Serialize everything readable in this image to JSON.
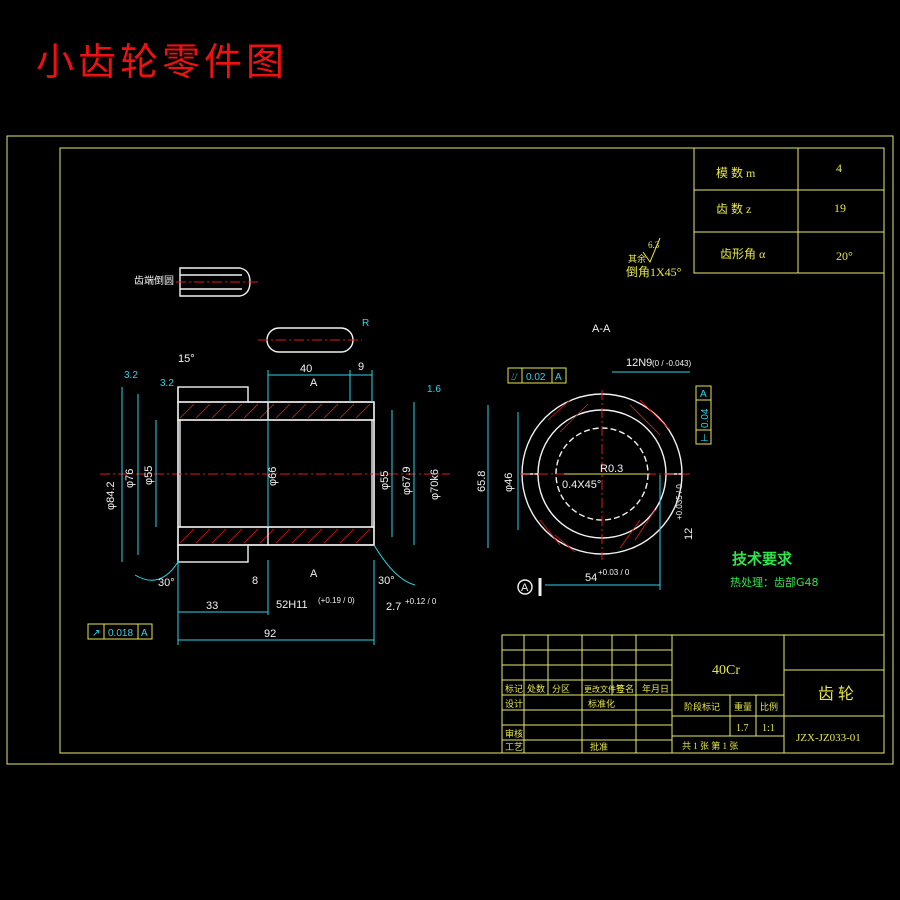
{
  "page_title": "小齿轮零件图",
  "gear_params": [
    {
      "label": "模    数  m",
      "value": "4"
    },
    {
      "label": "齿    数  z",
      "value": "19"
    },
    {
      "label": "齿形角   α",
      "value": "20°"
    }
  ],
  "notes": {
    "chamfer": "倒角1X45°",
    "rough_remaining": "其余",
    "rough_value": "6.3",
    "tooth_end": "齿端倒圆",
    "section": "A-A",
    "tech_title": "技术要求",
    "tech_line": "热处理：齿部G48",
    "slot_r": "R",
    "section_mark": "A"
  },
  "dims": {
    "d40": "40",
    "d9": "9",
    "d15": "15°",
    "d33": "33",
    "d8": "8",
    "d92": "92",
    "d52": "52H11",
    "d52_tol": "(+0.19 / 0)",
    "d27": "2.7",
    "d27_tol": "+0.12 / 0",
    "d30a": "30°",
    "d30b": "30°",
    "phi84": "φ84.2",
    "phi76": "φ76",
    "phi55": "φ55",
    "phi66": "φ66",
    "phi67": "φ67.9",
    "phi70": "φ70k6",
    "phi46": "φ46",
    "d65": "65.8",
    "key": "12N9",
    "key_tol": "(0 / -0.043)",
    "r03": "R0.3",
    "ch04": "0.4X45°",
    "d54": "54",
    "d54_tol": "+0.03 / 0",
    "d12": "12",
    "d12_tol": "+0.035 / 0",
    "r32": "3.2",
    "r16": "1.6"
  },
  "tolerance_frames": [
    {
      "symbol": "⌰",
      "value": "0.02",
      "datum": "A"
    },
    {
      "symbol": "⊥",
      "value": "0.04",
      "datum": "A"
    },
    {
      "symbol": "↗",
      "value": "0.018",
      "datum": "A"
    }
  ],
  "datum_label": "A",
  "title_block": {
    "material": "40Cr",
    "part_name": "齿 轮",
    "drawing_no": "JZX-JZ033-01",
    "headers": [
      "标记",
      "处数",
      "分区",
      "更改文件号",
      "签名",
      "年月日"
    ],
    "design": "设计",
    "standard": "标准化",
    "review": "审核",
    "process": "工艺",
    "approve": "批准",
    "stage": "阶段标记",
    "weight": "重量",
    "scale": "比例",
    "weight_val": "1.7",
    "scale_val": "1:1",
    "sheets": "共  1  张    第 1 张"
  }
}
